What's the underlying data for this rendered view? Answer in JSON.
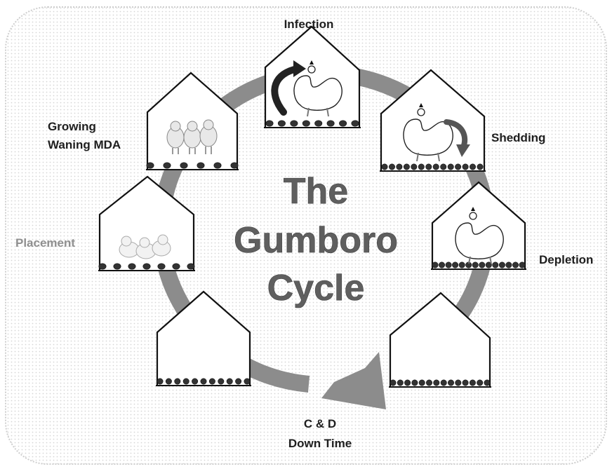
{
  "title": [
    "The",
    "Gumboro",
    "Cycle"
  ],
  "stages": {
    "infection": "Infection",
    "shedding": "Shedding",
    "depletion": "Depletion",
    "cd_line1": "C & D",
    "cd_line2": "Down Time",
    "placement": "Placement",
    "growing_line1": "Growing",
    "growing_line2": "Waning MDA"
  },
  "colors": {
    "cycle_arrow": "#8c8c8c",
    "title": "#5f5f5f",
    "placement_label": "#8f8f8f",
    "background_dots": "#d6d6d6"
  },
  "icons": [
    "house-icon",
    "chick-icon",
    "broiler-chicken-icon",
    "curved-arrow-icon",
    "litter-pellet-icon"
  ]
}
